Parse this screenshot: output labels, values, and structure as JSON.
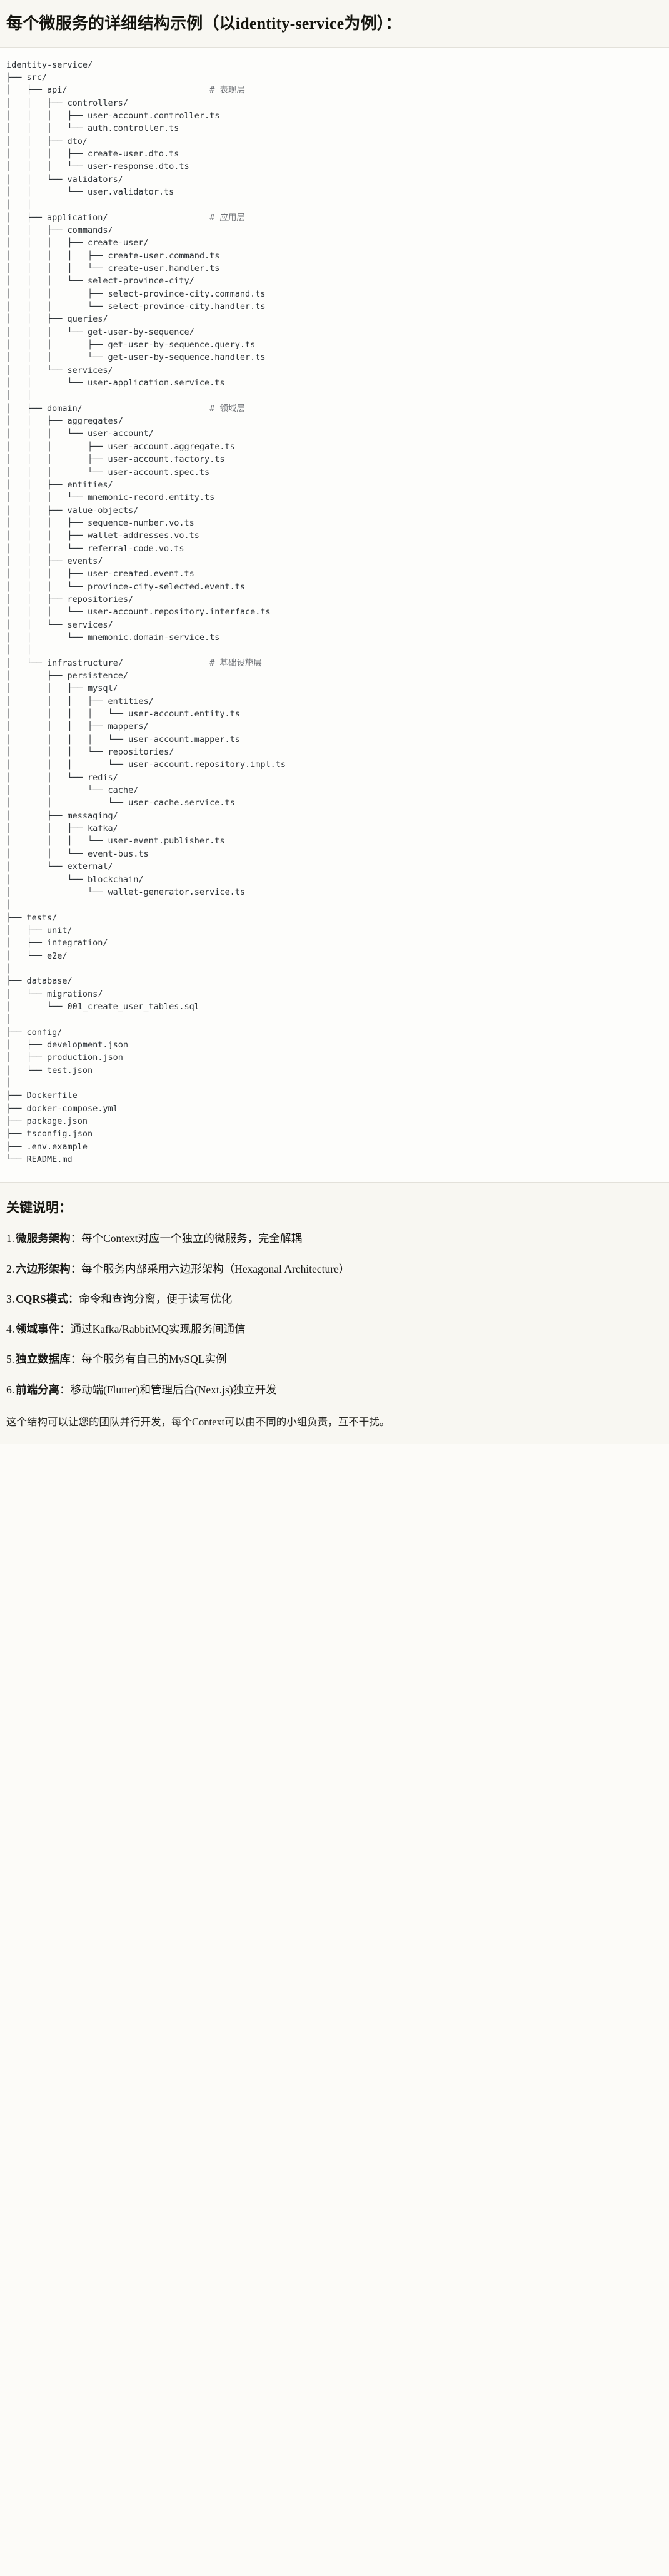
{
  "title": "每个微服务的详细结构示例（以identity-service为例）：",
  "tree": {
    "lines": [
      {
        "text": "identity-service/",
        "comment": ""
      },
      {
        "text": "├── src/",
        "comment": ""
      },
      {
        "text": "│   ├── api/",
        "comment": "# 表现层"
      },
      {
        "text": "│   │   ├── controllers/",
        "comment": ""
      },
      {
        "text": "│   │   │   ├── user-account.controller.ts",
        "comment": ""
      },
      {
        "text": "│   │   │   └── auth.controller.ts",
        "comment": ""
      },
      {
        "text": "│   │   ├── dto/",
        "comment": ""
      },
      {
        "text": "│   │   │   ├── create-user.dto.ts",
        "comment": ""
      },
      {
        "text": "│   │   │   └── user-response.dto.ts",
        "comment": ""
      },
      {
        "text": "│   │   └── validators/",
        "comment": ""
      },
      {
        "text": "│   │       └── user.validator.ts",
        "comment": ""
      },
      {
        "text": "│   │",
        "comment": ""
      },
      {
        "text": "│   ├── application/",
        "comment": "# 应用层"
      },
      {
        "text": "│   │   ├── commands/",
        "comment": ""
      },
      {
        "text": "│   │   │   ├── create-user/",
        "comment": ""
      },
      {
        "text": "│   │   │   │   ├── create-user.command.ts",
        "comment": ""
      },
      {
        "text": "│   │   │   │   └── create-user.handler.ts",
        "comment": ""
      },
      {
        "text": "│   │   │   └── select-province-city/",
        "comment": ""
      },
      {
        "text": "│   │   │       ├── select-province-city.command.ts",
        "comment": ""
      },
      {
        "text": "│   │   │       └── select-province-city.handler.ts",
        "comment": ""
      },
      {
        "text": "│   │   ├── queries/",
        "comment": ""
      },
      {
        "text": "│   │   │   └── get-user-by-sequence/",
        "comment": ""
      },
      {
        "text": "│   │   │       ├── get-user-by-sequence.query.ts",
        "comment": ""
      },
      {
        "text": "│   │   │       └── get-user-by-sequence.handler.ts",
        "comment": ""
      },
      {
        "text": "│   │   └── services/",
        "comment": ""
      },
      {
        "text": "│   │       └── user-application.service.ts",
        "comment": ""
      },
      {
        "text": "│   │",
        "comment": ""
      },
      {
        "text": "│   ├── domain/",
        "comment": "# 领域层"
      },
      {
        "text": "│   │   ├── aggregates/",
        "comment": ""
      },
      {
        "text": "│   │   │   └── user-account/",
        "comment": ""
      },
      {
        "text": "│   │   │       ├── user-account.aggregate.ts",
        "comment": ""
      },
      {
        "text": "│   │   │       ├── user-account.factory.ts",
        "comment": ""
      },
      {
        "text": "│   │   │       └── user-account.spec.ts",
        "comment": ""
      },
      {
        "text": "│   │   ├── entities/",
        "comment": ""
      },
      {
        "text": "│   │   │   └── mnemonic-record.entity.ts",
        "comment": ""
      },
      {
        "text": "│   │   ├── value-objects/",
        "comment": ""
      },
      {
        "text": "│   │   │   ├── sequence-number.vo.ts",
        "comment": ""
      },
      {
        "text": "│   │   │   ├── wallet-addresses.vo.ts",
        "comment": ""
      },
      {
        "text": "│   │   │   └── referral-code.vo.ts",
        "comment": ""
      },
      {
        "text": "│   │   ├── events/",
        "comment": ""
      },
      {
        "text": "│   │   │   ├── user-created.event.ts",
        "comment": ""
      },
      {
        "text": "│   │   │   └── province-city-selected.event.ts",
        "comment": ""
      },
      {
        "text": "│   │   ├── repositories/",
        "comment": ""
      },
      {
        "text": "│   │   │   └── user-account.repository.interface.ts",
        "comment": ""
      },
      {
        "text": "│   │   └── services/",
        "comment": ""
      },
      {
        "text": "│   │       └── mnemonic.domain-service.ts",
        "comment": ""
      },
      {
        "text": "│   │",
        "comment": ""
      },
      {
        "text": "│   └── infrastructure/",
        "comment": "# 基础设施层"
      },
      {
        "text": "│       ├── persistence/",
        "comment": ""
      },
      {
        "text": "│       │   ├── mysql/",
        "comment": ""
      },
      {
        "text": "│       │   │   ├── entities/",
        "comment": ""
      },
      {
        "text": "│       │   │   │   └── user-account.entity.ts",
        "comment": ""
      },
      {
        "text": "│       │   │   ├── mappers/",
        "comment": ""
      },
      {
        "text": "│       │   │   │   └── user-account.mapper.ts",
        "comment": ""
      },
      {
        "text": "│       │   │   └── repositories/",
        "comment": ""
      },
      {
        "text": "│       │   │       └── user-account.repository.impl.ts",
        "comment": ""
      },
      {
        "text": "│       │   └── redis/",
        "comment": ""
      },
      {
        "text": "│       │       └── cache/",
        "comment": ""
      },
      {
        "text": "│       │           └── user-cache.service.ts",
        "comment": ""
      },
      {
        "text": "│       ├── messaging/",
        "comment": ""
      },
      {
        "text": "│       │   ├── kafka/",
        "comment": ""
      },
      {
        "text": "│       │   │   └── user-event.publisher.ts",
        "comment": ""
      },
      {
        "text": "│       │   └── event-bus.ts",
        "comment": ""
      },
      {
        "text": "│       └── external/",
        "comment": ""
      },
      {
        "text": "│           └── blockchain/",
        "comment": ""
      },
      {
        "text": "│               └── wallet-generator.service.ts",
        "comment": ""
      },
      {
        "text": "│",
        "comment": ""
      },
      {
        "text": "├── tests/",
        "comment": ""
      },
      {
        "text": "│   ├── unit/",
        "comment": ""
      },
      {
        "text": "│   ├── integration/",
        "comment": ""
      },
      {
        "text": "│   └── e2e/",
        "comment": ""
      },
      {
        "text": "│",
        "comment": ""
      },
      {
        "text": "├── database/",
        "comment": ""
      },
      {
        "text": "│   └── migrations/",
        "comment": ""
      },
      {
        "text": "│       └── 001_create_user_tables.sql",
        "comment": ""
      },
      {
        "text": "│",
        "comment": ""
      },
      {
        "text": "├── config/",
        "comment": ""
      },
      {
        "text": "│   ├── development.json",
        "comment": ""
      },
      {
        "text": "│   ├── production.json",
        "comment": ""
      },
      {
        "text": "│   └── test.json",
        "comment": ""
      },
      {
        "text": "│",
        "comment": ""
      },
      {
        "text": "├── Dockerfile",
        "comment": ""
      },
      {
        "text": "├── docker-compose.yml",
        "comment": ""
      },
      {
        "text": "├── package.json",
        "comment": ""
      },
      {
        "text": "├── tsconfig.json",
        "comment": ""
      },
      {
        "text": "├── .env.example",
        "comment": ""
      },
      {
        "text": "└── README.md",
        "comment": ""
      }
    ]
  },
  "notes": {
    "heading": "关键说明：",
    "items": [
      {
        "index": "1.",
        "term": "微服务架构",
        "sep": "：",
        "desc": "每个Context对应一个独立的微服务，完全解耦"
      },
      {
        "index": "2.",
        "term": "六边形架构",
        "sep": "：",
        "desc": "每个服务内部采用六边形架构（Hexagonal Architecture）"
      },
      {
        "index": "3.",
        "term": "CQRS模式",
        "sep": "：",
        "desc": "命令和查询分离，便于读写优化"
      },
      {
        "index": "4.",
        "term": "领域事件",
        "sep": "：",
        "desc": "通过Kafka/RabbitMQ实现服务间通信"
      },
      {
        "index": "5.",
        "term": "独立数据库",
        "sep": "：",
        "desc": "每个服务有自己的MySQL实例"
      },
      {
        "index": "6.",
        "term": "前端分离",
        "sep": "：",
        "desc": "移动端(Flutter)和管理后台(Next.js)独立开发"
      }
    ],
    "footer": "这个结构可以让您的团队并行开发，每个Context可以由不同的小组负责，互不干扰。"
  },
  "colors": {
    "title_bg": "#f8f7f2",
    "tree_bg": "#fdfdfb",
    "notes_bg": "#f8f7f2",
    "tree_text": "#2e3338",
    "comment_text": "#6f7277",
    "body_text": "#1a1a18"
  }
}
